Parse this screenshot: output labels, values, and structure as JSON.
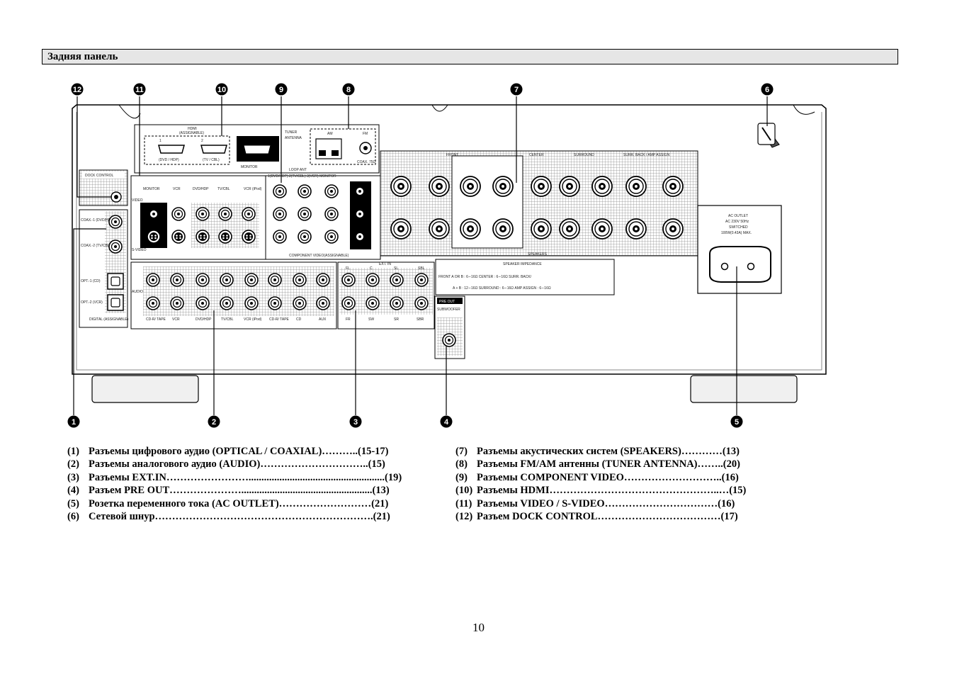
{
  "header": {
    "title": "Задняя панель"
  },
  "figure": {
    "callouts_top": [
      "12",
      "11",
      "10",
      "9",
      "8",
      "7",
      "6"
    ],
    "callouts_bottom": [
      "1",
      "2",
      "3",
      "4",
      "5"
    ],
    "labels": {
      "hdmi": "HDMI",
      "hdmi_assignable": "(ASSIGNABLE)",
      "hdmi1": "1",
      "hdmi2": "2",
      "hdmi1_sub": "(DVD / HDP)",
      "hdmi2_sub": "(TV / CBL)",
      "monitor_out": "MONITOR",
      "tuner": "TUNER",
      "antenna": "ANTENNA",
      "am": "AM",
      "fm": "FM",
      "loop_ant": "LOOP ANT",
      "coax75": "COAX. 75Ω",
      "dock_control": "DOCK CONTROL",
      "video": "VIDEO",
      "s_video": "S-VIDEO",
      "monitor": "MONITOR",
      "vcr": "VCR",
      "dvd_hdp": "DVD/HDP",
      "tv_cbl": "TV/CBL",
      "vcr_ipod": "VCR (iPod)",
      "coax1": "COAX.-1 (DVD/HDP)",
      "coax2": "COAX.-2 (TV/CBL)",
      "opt1": "OPT.-1 (CD)",
      "opt2": "OPT.-2 (VCR)",
      "digital": "DIGITAL (ASSIGNABLE)",
      "component_header": "1(DVD/HDP) 2(TV/CBL) 3(VCR) MONITOR",
      "component": "COMPONENT VIDEO(ASSIGNABLE)",
      "front": "FRONT",
      "center": "CENTER",
      "surround": "SURROUND",
      "surr_back": "SURR. BACK / AMP ASSIGN",
      "speakers": "SPEAKERS",
      "audio": "AUDIO",
      "cdr_tape": "CD-R/ TAPE",
      "cd": "CD",
      "aux": "AUX",
      "ext_in": "EXT. IN",
      "fl": "FL",
      "c": "C",
      "sl": "SL",
      "sbl": "SBL",
      "fr": "FR",
      "sw": "SW",
      "sr": "SR",
      "sbr": "SBR",
      "pre_out": "PRE OUT",
      "subwoofer": "SUBWOOFER",
      "impedance_title": "SPEAKER IMPEDANCE",
      "impedance_1": "FRONT A OR B : 6∼16Ω   CENTER   : 6∼16Ω   SURR. BACK/",
      "impedance_2": "A + B : 12∼16Ω   SURROUND : 6∼16Ω   AMP ASSIGN : 6∼16Ω",
      "ac_outlet": "AC OUTLET",
      "ac_1": "AC 230V 50Hz",
      "ac_2": "SWITCHED",
      "ac_3": "100W(0.43A) MAX."
    }
  },
  "legend_left": [
    {
      "num": "(1)",
      "text": "Разъемы цифрового аудио (OPTICAL / COAXIAL)………..(15-17)"
    },
    {
      "num": "(2)",
      "text": "Разъемы аналогового аудио (AUDIO)…………………………..(15)"
    },
    {
      "num": "(3)",
      "text": "Разъемы EXT.IN…………………….....................................................(19)"
    },
    {
      "num": "(4)",
      "text": "Разъем PRE OUT…………………...................................................(13)"
    },
    {
      "num": "(5)",
      "text": "Розетка переменного тока (AC OUTLET)………………………(21)"
    },
    {
      "num": "(6)",
      "text": "Сетевой шнур……………………………………………………….(21)"
    }
  ],
  "legend_right": [
    {
      "num": "(7)",
      "text": "Разъемы акустических систем  (SPEAKERS)…………(13)"
    },
    {
      "num": "(8)",
      "text": "Разъемы FM/AM антенны (TUNER ANTENNA)……..(20)"
    },
    {
      "num": "(9)",
      "text": "Разъемы COMPONENT VIDEO………………………..(16)"
    },
    {
      "num": "(10)",
      "text": "Разъемы HDMI…………………………………………..…(15)"
    },
    {
      "num": "(11)",
      "text": "Разъемы VIDEO / S-VIDEO……………………………(16)"
    },
    {
      "num": "(12)",
      "text": "Разъем DOCK CONTROL………………………………(17)"
    }
  ],
  "page_number": "10"
}
